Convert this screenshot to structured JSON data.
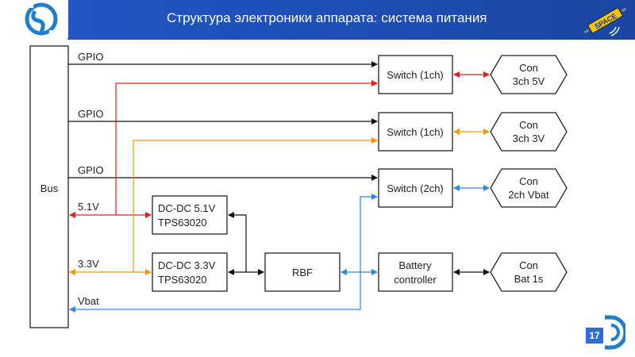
{
  "header": {
    "title": "Структура электроники аппарата: система питания"
  },
  "footer": {
    "page_number": "17"
  },
  "logo_text": "SPACE",
  "blocks": {
    "bus": "Bus",
    "switch1": "Switch (1ch)",
    "switch2": "Switch (1ch)",
    "switch3": "Switch (2ch)",
    "dcdc51_l1": "DC-DC 5.1V",
    "dcdc51_l2": "TPS63020",
    "dcdc33_l1": "DC-DC 3.3V",
    "dcdc33_l2": "TPS63020",
    "rbf": "RBF",
    "battery_l1": "Battery",
    "battery_l2": "controller"
  },
  "connectors": {
    "con1_l1": "Con",
    "con1_l2": "3ch 5V",
    "con2_l1": "Con",
    "con2_l2": "3ch 3V",
    "con3_l1": "Con",
    "con3_l2": "2ch Vbat",
    "con4_l1": "Con",
    "con4_l2": "Bat 1s"
  },
  "signals": {
    "gpio1": "GPIO",
    "gpio2": "GPIO",
    "gpio3": "GPIO",
    "v51": "5.1V",
    "v33": "3.3V",
    "vbat": "Vbat"
  },
  "colors": {
    "header_bg": "#1f4fb8",
    "red": "#e02020",
    "orange": "#f0960a",
    "blue": "#2a8ae0",
    "black": "#111111"
  }
}
